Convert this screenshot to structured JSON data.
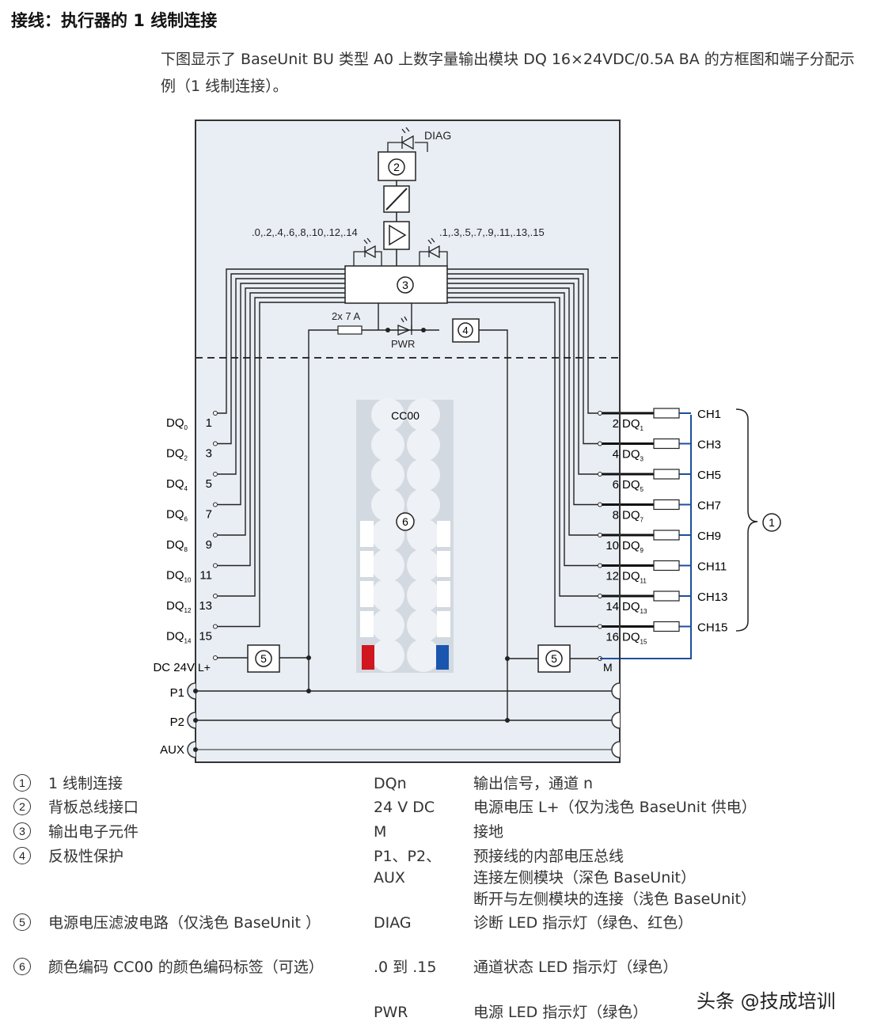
{
  "heading": "接线：执行器的 1 线制连接",
  "intro": "下图显示了 BaseUnit BU 类型 A0 上数字量输出模块 DQ 16×24VDC/0.5A BA 的方框图和端子分配示例（1 线制连接）。",
  "diagram": {
    "diag_label": "DIAG",
    "callout_2": "2",
    "callout_3": "3",
    "callout_4": "4",
    "callout_5": "5",
    "callout_6": "6",
    "callout_1": "1",
    "led_labels_even": ".0,.2,.4,.6,.8,.10,.12,.14",
    "led_labels_odd": ".1,.3,.5,.7,.9,.11,.13,.15",
    "fuse_label": "2x 7 A",
    "pwr_label": "PWR",
    "color_code_label": "CC00",
    "left_terminals": [
      {
        "num": "1",
        "dq": "DQ",
        "sub": "0"
      },
      {
        "num": "3",
        "dq": "DQ",
        "sub": "2"
      },
      {
        "num": "5",
        "dq": "DQ",
        "sub": "4"
      },
      {
        "num": "7",
        "dq": "DQ",
        "sub": "6"
      },
      {
        "num": "9",
        "dq": "DQ",
        "sub": "8"
      },
      {
        "num": "11",
        "dq": "DQ",
        "sub": "10"
      },
      {
        "num": "13",
        "dq": "DQ",
        "sub": "12"
      },
      {
        "num": "15",
        "dq": "DQ",
        "sub": "14"
      }
    ],
    "right_terminals": [
      {
        "num": "2",
        "dq": "DQ",
        "sub": "1",
        "ch": "CH1"
      },
      {
        "num": "4",
        "dq": "DQ",
        "sub": "3",
        "ch": "CH3"
      },
      {
        "num": "6",
        "dq": "DQ",
        "sub": "5",
        "ch": "CH5"
      },
      {
        "num": "8",
        "dq": "DQ",
        "sub": "7",
        "ch": "CH7"
      },
      {
        "num": "10",
        "dq": "DQ",
        "sub": "9",
        "ch": "CH9"
      },
      {
        "num": "12",
        "dq": "DQ",
        "sub": "11",
        "ch": "CH11"
      },
      {
        "num": "14",
        "dq": "DQ",
        "sub": "13",
        "ch": "CH13"
      },
      {
        "num": "16",
        "dq": "DQ",
        "sub": "15",
        "ch": "CH15"
      }
    ],
    "dc24v_label": "DC 24V",
    "lplus_label": "L+",
    "m_label": "M",
    "p1_label": "P1",
    "p2_label": "P2",
    "aux_label": "AUX",
    "colors": {
      "panel": "#e9eef4",
      "wire": "#222222",
      "load_line": "#1d4f9c",
      "red": "#d0161e",
      "blue": "#1a56b0",
      "label_bg": "#d3d9e0"
    }
  },
  "legend_left": [
    {
      "num": "1",
      "text": "1 线制连接"
    },
    {
      "num": "2",
      "text": "背板总线接口"
    },
    {
      "num": "3",
      "text": "输出电子元件"
    },
    {
      "num": "4",
      "text": "反极性保护"
    },
    {
      "num": "5",
      "text": "电源电压滤波电路（仅浅色 BaseUnit ）"
    },
    {
      "num": "6",
      "text": "颜色编码 CC00 的颜色编码标签（可选）"
    }
  ],
  "legend_right": [
    {
      "term": "DQn",
      "desc": "输出信号，通道 n"
    },
    {
      "term": "24 V DC",
      "desc": "电源电压 L+（仅为浅色 BaseUnit 供电）"
    },
    {
      "term": "M",
      "desc": "接地"
    },
    {
      "term": "P1、P2、AUX",
      "desc": "预接线的内部电压总线\n连接左侧模块（深色 BaseUnit）\n断开与左侧模块的连接（浅色 BaseUnit）"
    },
    {
      "term": "DIAG",
      "desc": "诊断 LED 指示灯（绿色、红色）"
    },
    {
      "term": ".0 到 .15",
      "desc": "通道状态 LED 指示灯（绿色）"
    },
    {
      "term": "PWR",
      "desc": "电源 LED 指示灯（绿色）"
    }
  ],
  "watermark": "头条 @技成培训"
}
